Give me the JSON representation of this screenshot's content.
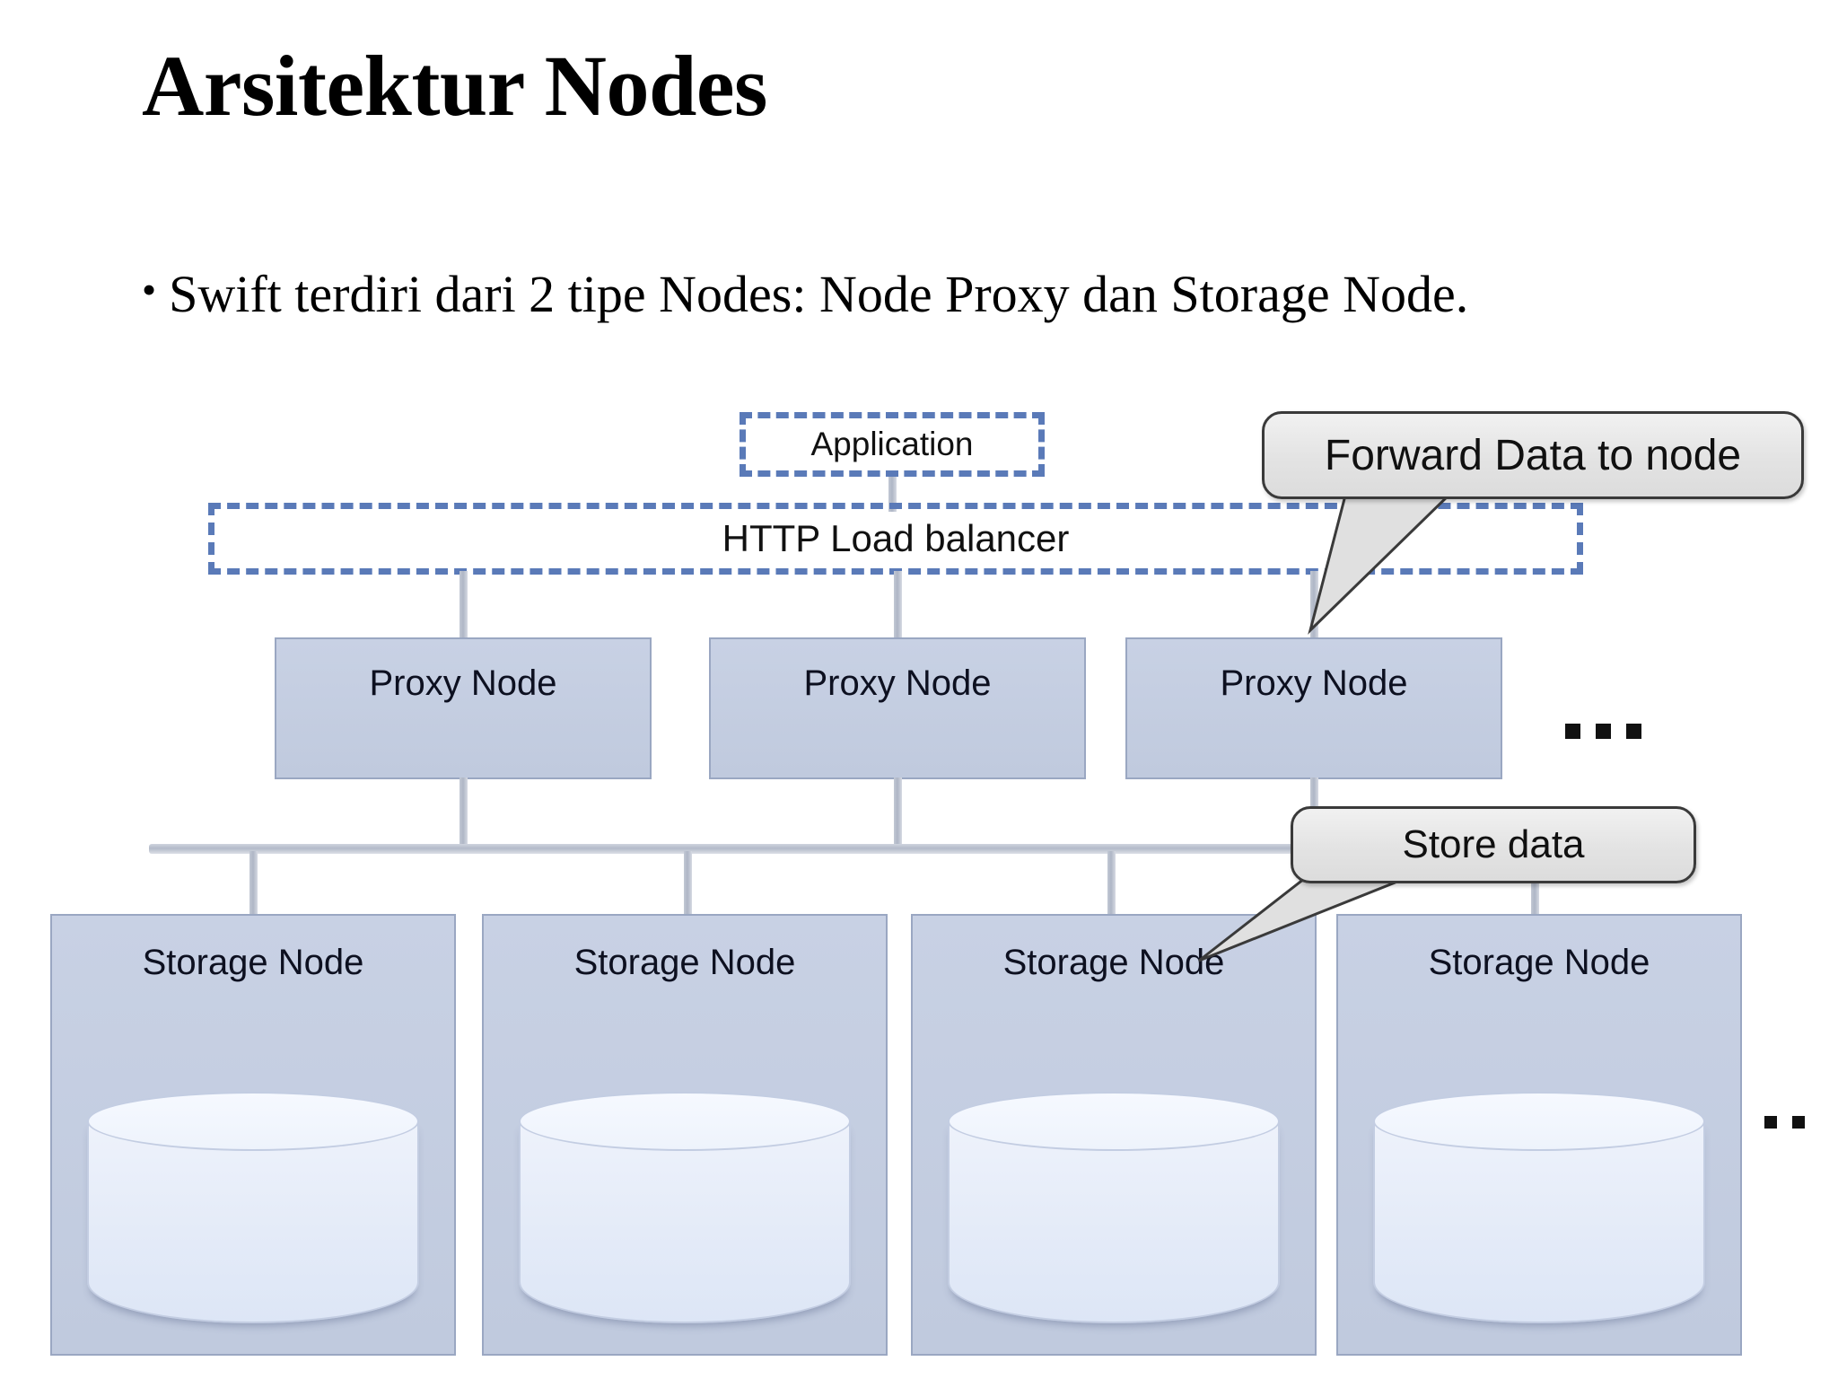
{
  "slide": {
    "title": "Arsitektur Nodes",
    "bullet_marker": "•",
    "bullet_text": "Swift terdiri dari 2 tipe Nodes: Node Proxy dan Storage Node."
  },
  "diagram": {
    "application": {
      "label": "Application"
    },
    "load_balancer": {
      "label": "HTTP Load balancer"
    },
    "proxy_nodes": [
      {
        "label": "Proxy Node"
      },
      {
        "label": "Proxy Node"
      },
      {
        "label": "Proxy Node"
      }
    ],
    "proxy_overflow": "…",
    "storage_nodes": [
      {
        "label": "Storage Node"
      },
      {
        "label": "Storage Node"
      },
      {
        "label": "Storage Node"
      },
      {
        "label": "Storage Node"
      }
    ],
    "storage_overflow": "‥",
    "callouts": [
      {
        "label": "Forward Data to node"
      },
      {
        "label": "Store data"
      }
    ]
  },
  "colors": {
    "dashed_border": "#5a7ab8",
    "node_fill": "#c4cee2",
    "node_border": "#9aa7c2",
    "cylinder_fill": "#e8eefa",
    "callout_fill": "#e6e6e6",
    "callout_border": "#3a3a3a",
    "connector": "#b3bac9",
    "text": "#000000",
    "background": "#ffffff"
  }
}
